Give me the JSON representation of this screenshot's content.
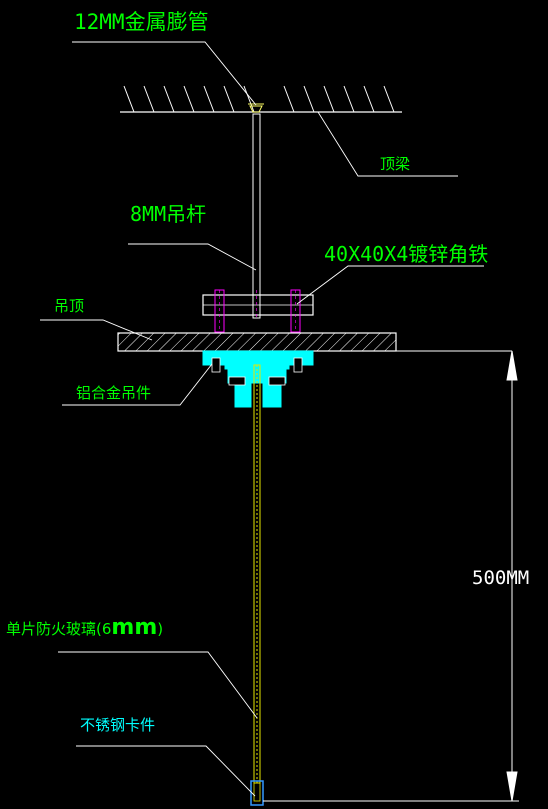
{
  "labels": {
    "pipe": "12MM金属膨管",
    "beam": "顶梁",
    "rod": "8MM吊杆",
    "angle": "40X40X4镀锌角铁",
    "ceiling": "吊顶",
    "fitting": "铝合金吊件",
    "glass_prefix": "单片防火玻璃(6",
    "glass_mm": "mm",
    "glass_suffix": ")",
    "clip": "不锈钢卡件",
    "dimension": "500MM"
  },
  "colors": {
    "background": "#000000",
    "label_green": "#00ff00",
    "label_cyan": "#00ffff",
    "line_white": "#ffffff",
    "fitting_cyan": "#00ffff",
    "angle_magenta": "#ff00ff",
    "glass_yellow": "#e6e600",
    "clip_blue": "#3399ff"
  }
}
